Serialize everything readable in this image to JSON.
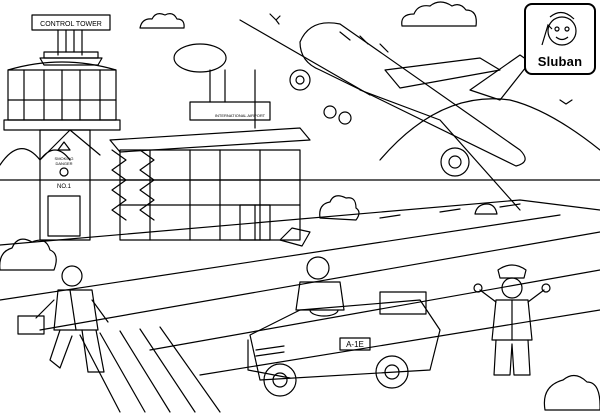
{
  "tower": {
    "sign": "CONTROL TOWER",
    "door_sign": "NO.1",
    "warning_line1": "SMOKING",
    "warning_line2": "DANGER"
  },
  "terminal": {
    "sign": "INTERNATIONAL AIRPORT"
  },
  "car": {
    "plate": "A-1E"
  },
  "brand": {
    "logo_text": "Sluban"
  },
  "colors": {
    "line": "#000000",
    "background": "#ffffff"
  }
}
